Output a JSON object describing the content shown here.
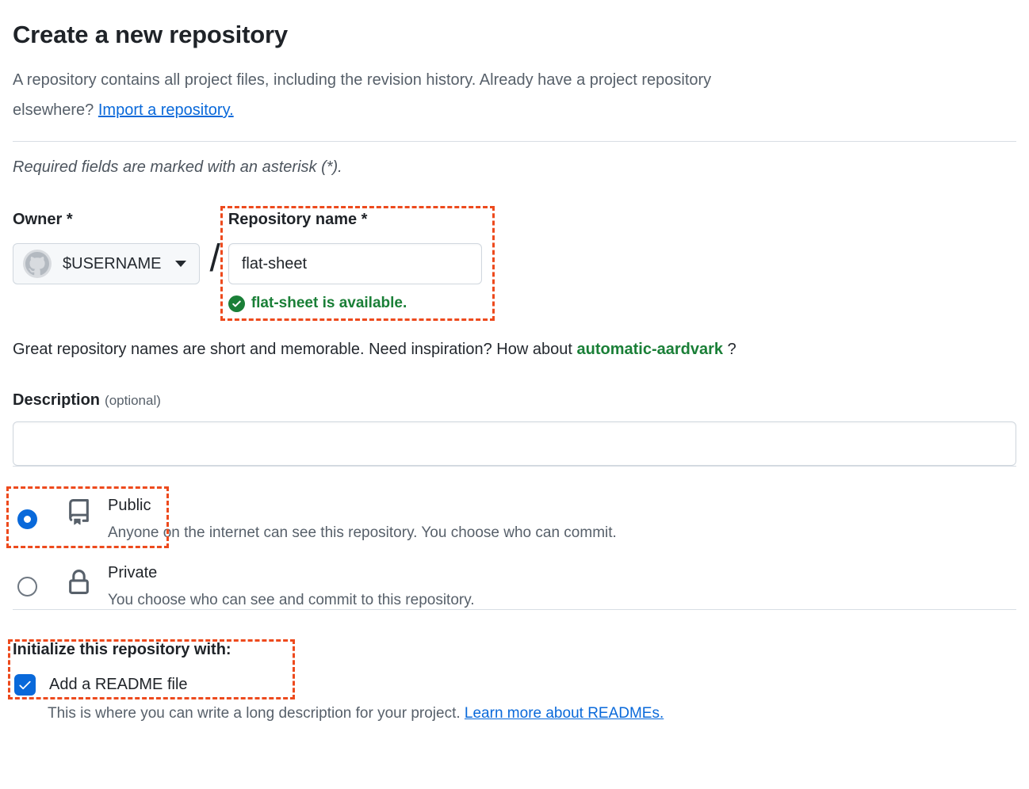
{
  "page": {
    "title": "Create a new repository",
    "intro_line1": "A repository contains all project files, including the revision history. Already have a project repository",
    "intro_line2": "elsewhere?",
    "import_link_label": "Import a repository.",
    "required_note": "Required fields are marked with an asterisk (*)."
  },
  "owner_field": {
    "label": "Owner",
    "required_mark": "*",
    "value": "$USERNAME"
  },
  "separator": "/",
  "repo_field": {
    "label": "Repository name",
    "required_mark": "*",
    "value": "flat-sheet",
    "availability_message": "flat-sheet is available."
  },
  "suggestion": {
    "prefix": "Great repository names are short and memorable. Need inspiration? How about",
    "name": "automatic-aardvark",
    "suffix": "?"
  },
  "description_field": {
    "label": "Description",
    "optional_hint": "(optional)",
    "value": ""
  },
  "visibility": {
    "options": [
      {
        "label": "Public",
        "description": "Anyone on the internet can see this repository. You choose who can commit.",
        "selected": true,
        "icon": "repo-icon"
      },
      {
        "label": "Private",
        "description": "You choose who can see and commit to this repository.",
        "selected": false,
        "icon": "lock-icon"
      }
    ]
  },
  "initialize": {
    "heading": "Initialize this repository with:",
    "readme": {
      "label": "Add a README file",
      "checked": true,
      "help_text": "This is where you can write a long description for your project.",
      "help_link_label": "Learn more about READMEs."
    }
  },
  "icons": {
    "avatar": "octocat-mark-icon",
    "owner_dropdown": "triangle-down-icon",
    "availability": "check-circle-icon",
    "public": "repo-book-icon",
    "private": "lock-icon",
    "readme": "checkmark-icon"
  },
  "colors": {
    "accent_blue": "#0969da",
    "link_blue": "#0969da",
    "success_green": "#1a7f37",
    "annotation_orange_red": "#ed4a1d",
    "input_border": "#d0d7de",
    "divider": "#d8dee4",
    "text_primary": "#1f2328",
    "text_muted": "#57606a",
    "owner_button_background": "#f6f8fa"
  },
  "annotations": {
    "style": "dashed",
    "color": "#ed4a1d",
    "targets": [
      "repository-name-field",
      "public-visibility-option",
      "initialize-with-readme"
    ]
  }
}
